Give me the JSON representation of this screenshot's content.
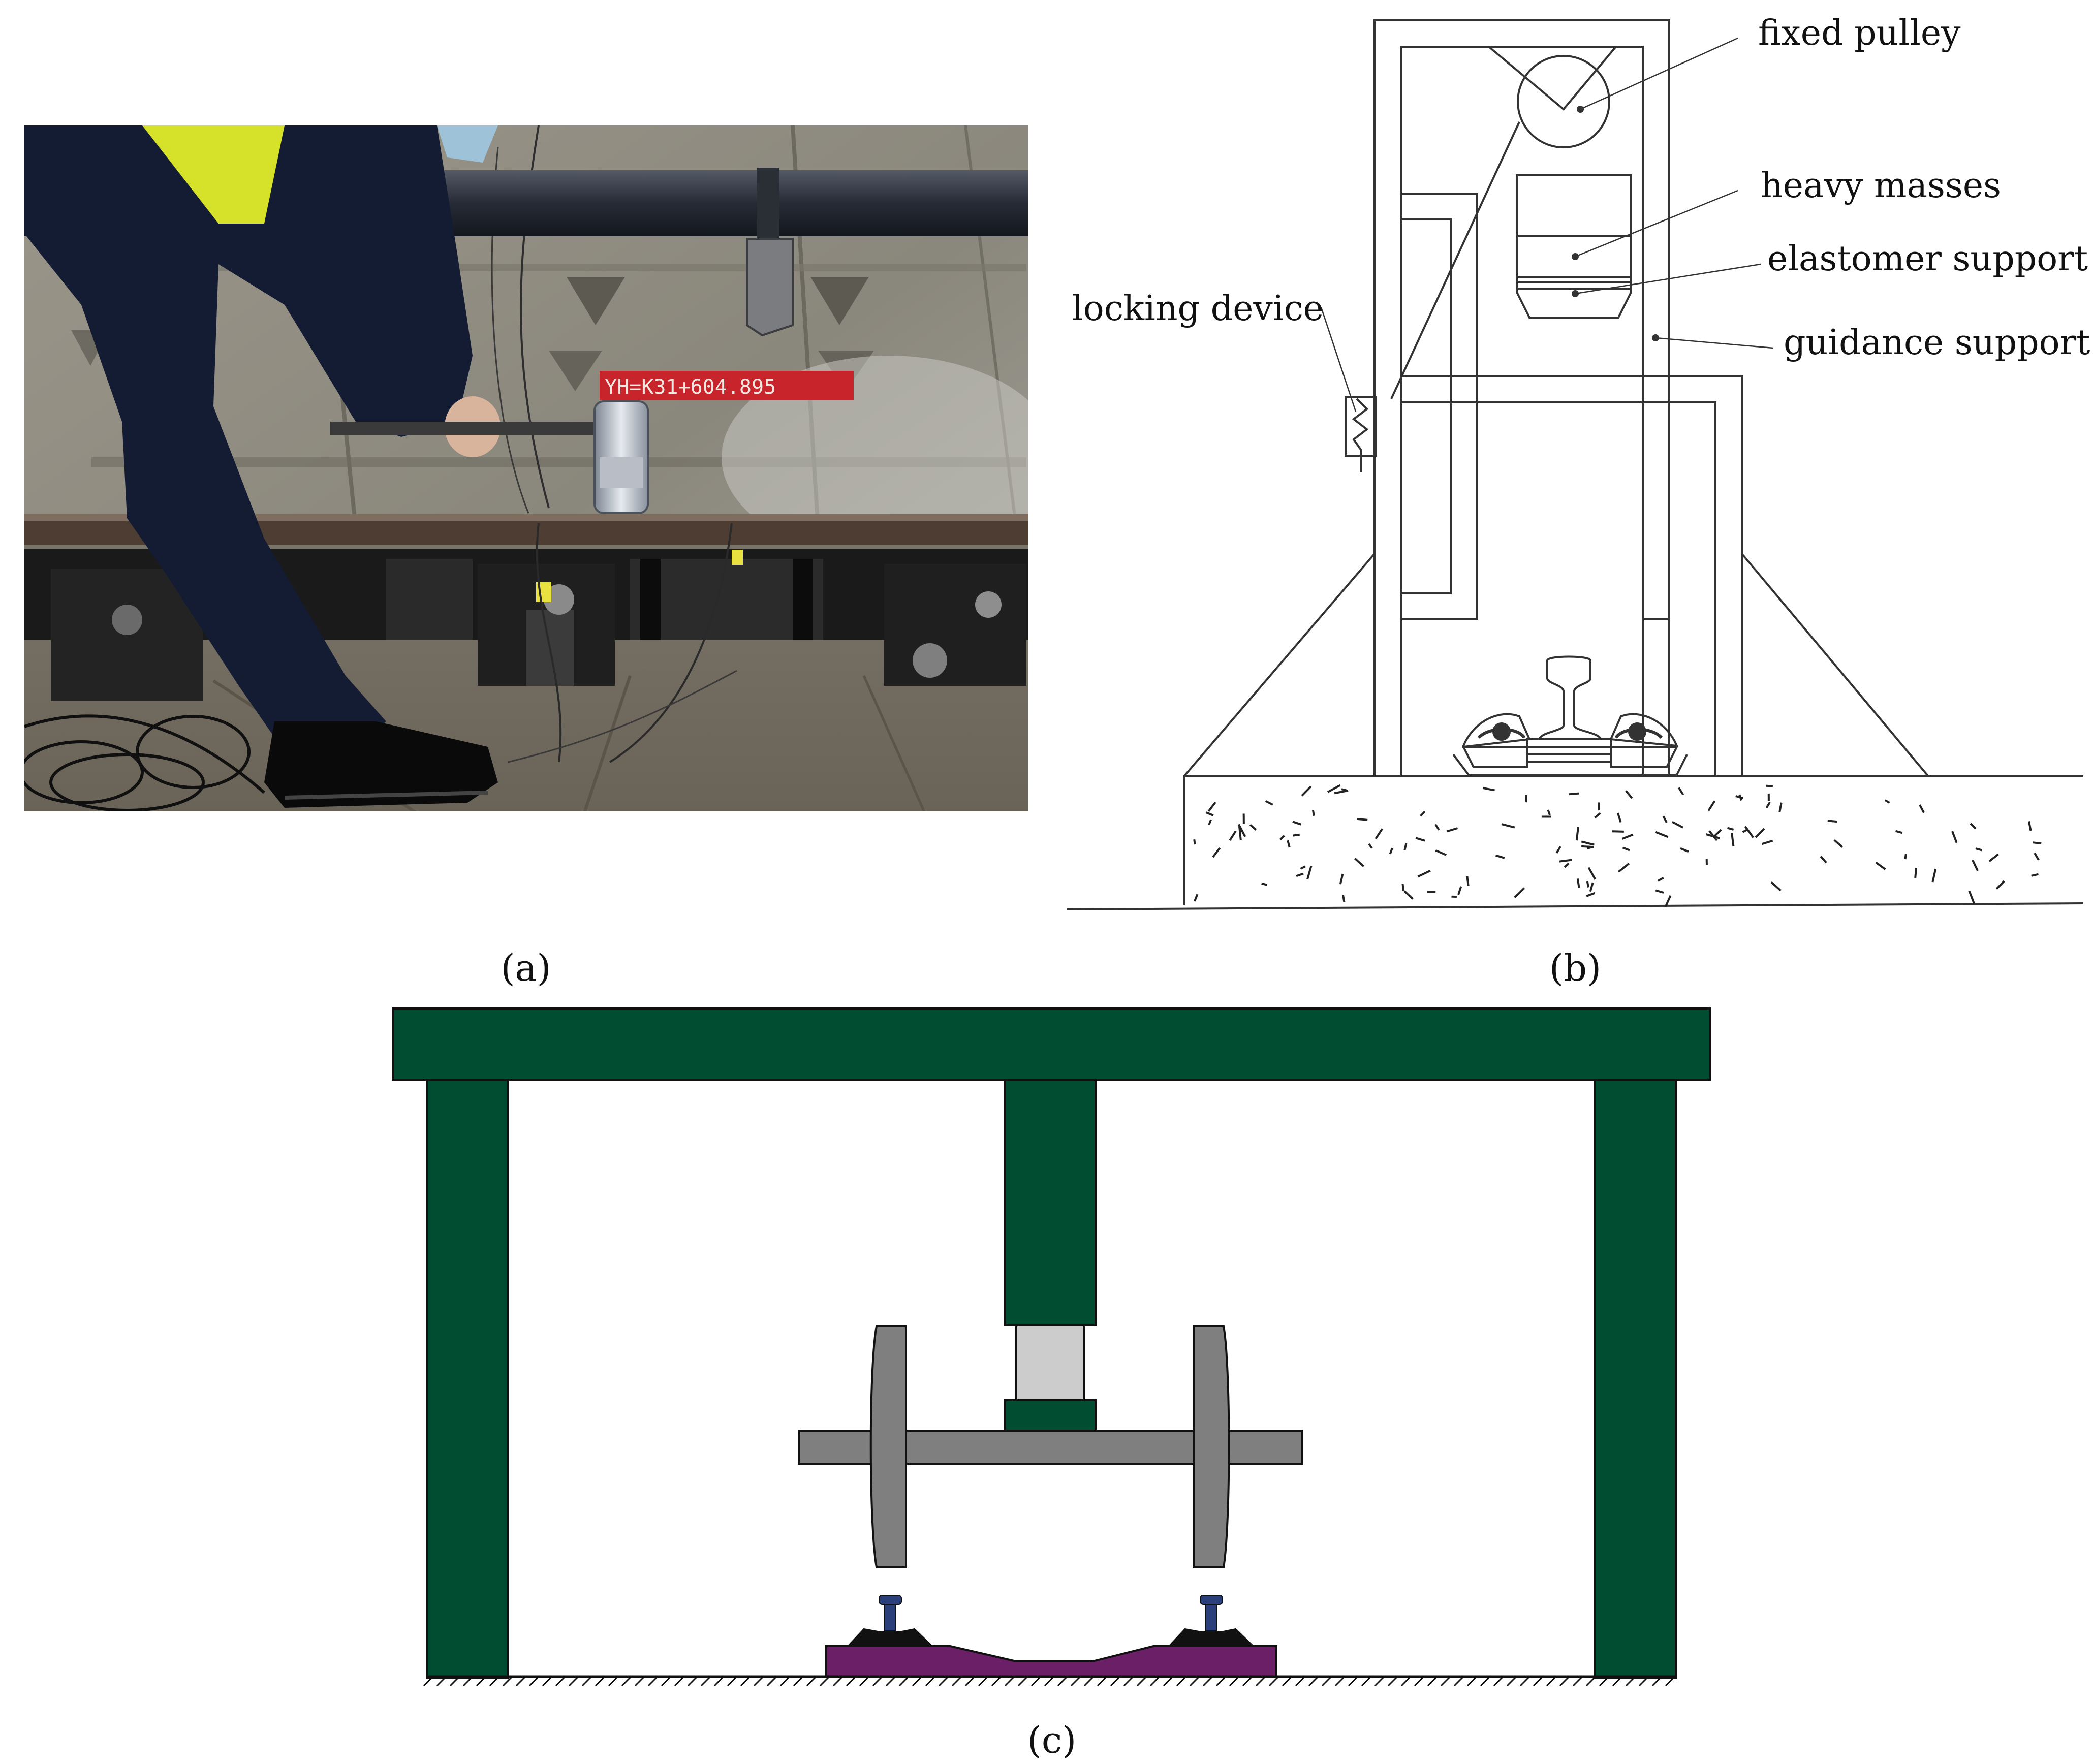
{
  "figure": {
    "panel_a": {
      "caption": "(a)",
      "photo_label": "YH=K31+604.895"
    },
    "panel_b": {
      "caption": "(b)",
      "labels": {
        "fixed_pulley": "fixed pulley",
        "heavy_masses": "heavy masses",
        "elastomer_support": "elastomer support",
        "guidance_support": "guidance support",
        "locking_device": "locking device"
      }
    },
    "panel_c": {
      "caption": "(c)"
    }
  },
  "colors": {
    "frame_green": "#004d32",
    "axle_grey": "#7f7f7f",
    "spacer_grey": "#cccccc",
    "base_purple": "#6a1f66",
    "rail_blue": "#2b3f7a",
    "tunnel_wall": "#8f8c82",
    "coat_navy": "#141c33",
    "vest_yellow": "#d6e22a",
    "label_red": "#c8242b"
  }
}
